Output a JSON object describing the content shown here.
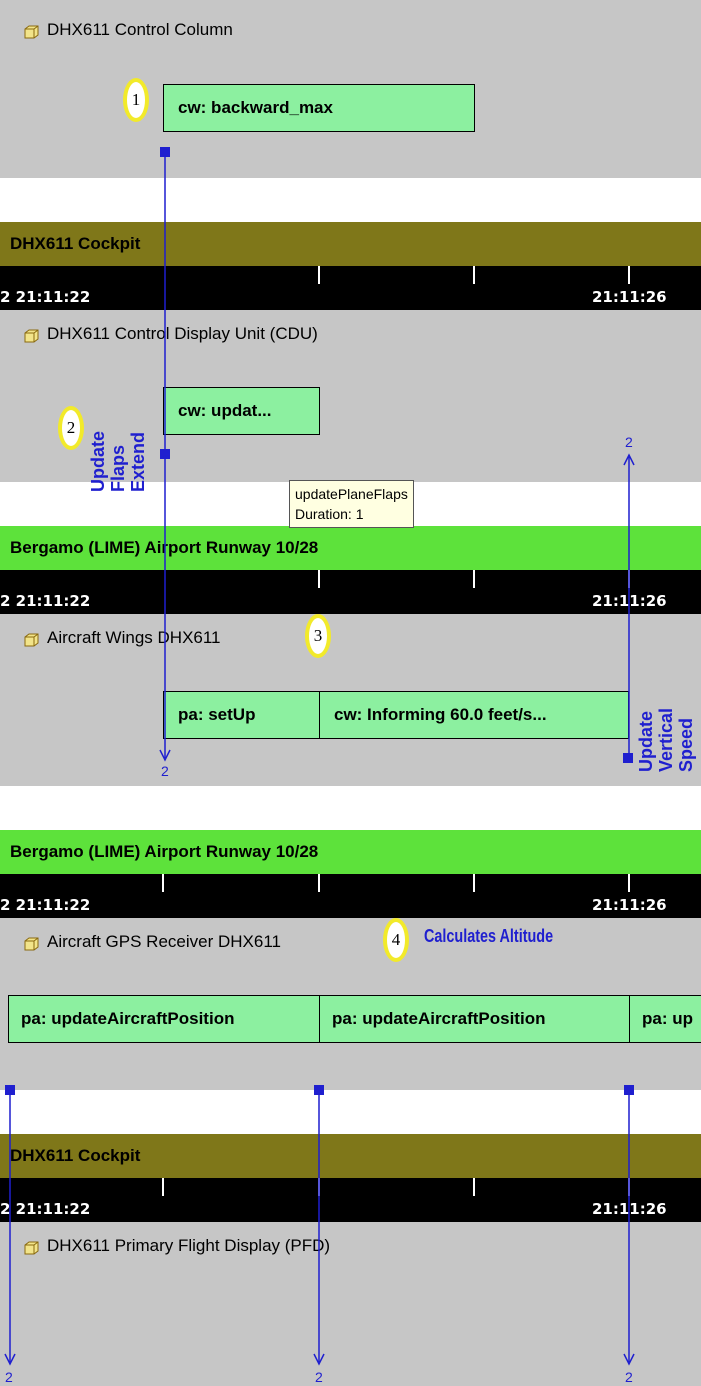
{
  "sections": {
    "control_column": {
      "lane_title": "DHX611 Control Column"
    },
    "cockpit_1": {
      "header": "DHX611 Cockpit",
      "time_left": "2 21:11:22",
      "time_right": "21:11:26"
    },
    "cdu": {
      "lane_title": "DHX611 Control Display Unit (CDU)"
    },
    "runway_1": {
      "header": "Bergamo (LIME) Airport Runway 10/28",
      "time_left": "2 21:11:22",
      "time_right": "21:11:26"
    },
    "wings": {
      "lane_title": "Aircraft Wings DHX611"
    },
    "runway_2": {
      "header": "Bergamo (LIME) Airport Runway 10/28",
      "time_left": "2 21:11:22",
      "time_right": "21:11:26"
    },
    "gps": {
      "lane_title": "Aircraft GPS Receiver DHX611"
    },
    "cockpit_2": {
      "header": "DHX611 Cockpit",
      "time_left": "2 21:11:22",
      "time_right": "21:11:26"
    },
    "pfd": {
      "lane_title": "DHX611 Primary Flight Display (PFD)"
    }
  },
  "activities": {
    "backward_max": "cw: backward_max",
    "updat": "cw: updat...",
    "setup": "pa: setUp",
    "informing": "cw: Informing 60.0 feet/s...",
    "gps_1": "pa: updateAircraftPosition",
    "gps_2": "pa: updateAircraftPosition",
    "gps_3": "pa: up"
  },
  "tooltip": {
    "line1": "updatePlaneFlaps",
    "line2": "Duration: 1"
  },
  "badges": {
    "b1": "1",
    "b2": "2",
    "b3": "3",
    "b4": "4"
  },
  "annotations": {
    "update_flaps_extend": [
      "Update",
      "Flaps",
      "Extend"
    ],
    "update_vertical_speed": [
      "Update",
      "Vertical",
      "Speed"
    ],
    "calculates_altitude": "Calculates Altitude"
  },
  "arrow_labels": {
    "cdu_to_wings": "2",
    "wings_to_cdu": "2",
    "gps_a": "2",
    "gps_b": "2",
    "gps_c": "2"
  },
  "colors": {
    "lane": "#c6c6c6",
    "olive": "#7f7719",
    "green": "#5de23b",
    "box": "#8cf0a0",
    "link": "#1f1fcf",
    "badge_ring": "#f2ea2a"
  }
}
